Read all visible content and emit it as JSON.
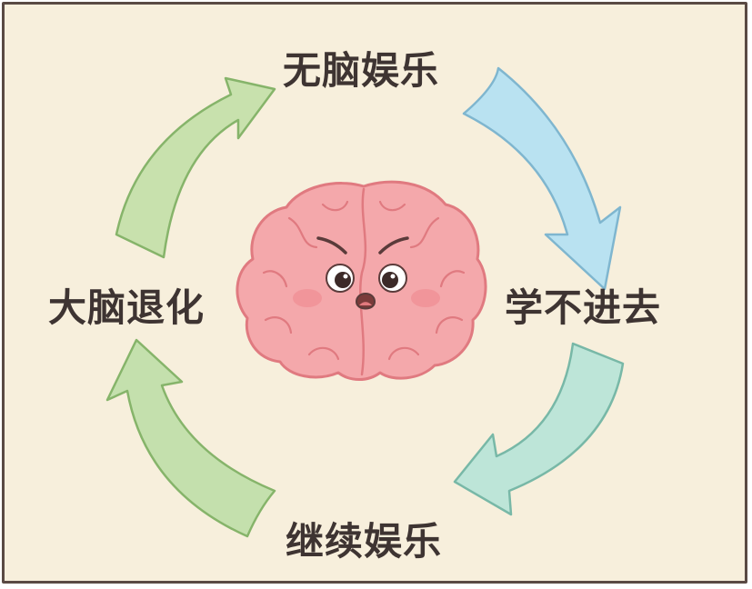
{
  "cycle": {
    "top": "无脑娱乐",
    "right": "学不进去",
    "bottom": "继续娱乐",
    "left": "大脑退化"
  },
  "colors": {
    "background": "#f7efdc",
    "frame": "#5a4a44",
    "text": "#3e3432",
    "arrow_top_right": "#b9e2f1",
    "arrow_bottom_right": "#bde5d8",
    "arrow_bottom_left": "#c4e0ad",
    "arrow_top_left": "#c8e1ad",
    "brain_fill": "#f4a8ab",
    "brain_outline": "#e07a80"
  },
  "icons": {
    "center": "brain-face-icon"
  }
}
